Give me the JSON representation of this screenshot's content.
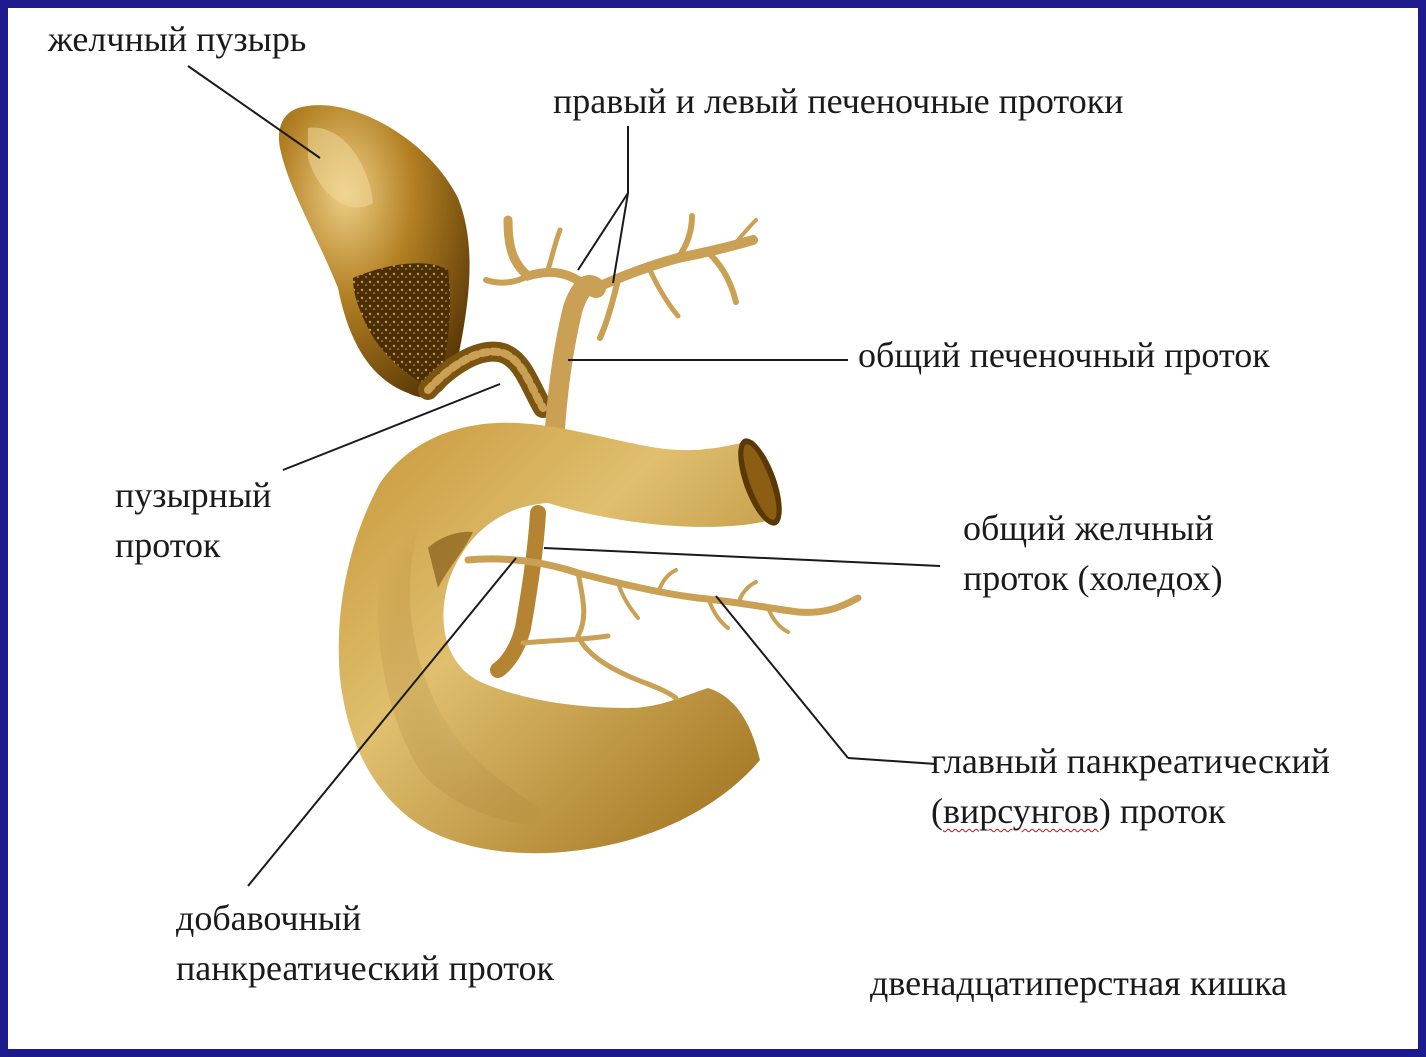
{
  "labels": {
    "gallbladder": "желчный пузырь",
    "hepatic_ducts": "правый и левый печеночные протоки",
    "common_hepatic_duct": "общий печеночный проток",
    "cystic_duct_line1": "пузырный",
    "cystic_duct_line2": "проток",
    "common_bile_duct_line1": "общий желчный",
    "common_bile_duct_line2": "проток (холедох)",
    "main_pancreatic_line1": "главный панкреатический",
    "main_pancreatic_open": "(",
    "main_pancreatic_name": "вирсунгов",
    "main_pancreatic_close": ") проток",
    "accessory_pancreatic_line1": "добавочный",
    "accessory_pancreatic_line2": "панкреатический проток",
    "duodenum": "двенадцатиперстная кишка"
  },
  "colors": {
    "frame": "#1c1a8c",
    "organ_dark": "#6e4a0c",
    "organ_mid": "#b6862a",
    "organ_light": "#e8cf84",
    "duct": "#c9a054",
    "leader_line": "#1a1a1a",
    "spellcheck_underline": "#d01010"
  }
}
